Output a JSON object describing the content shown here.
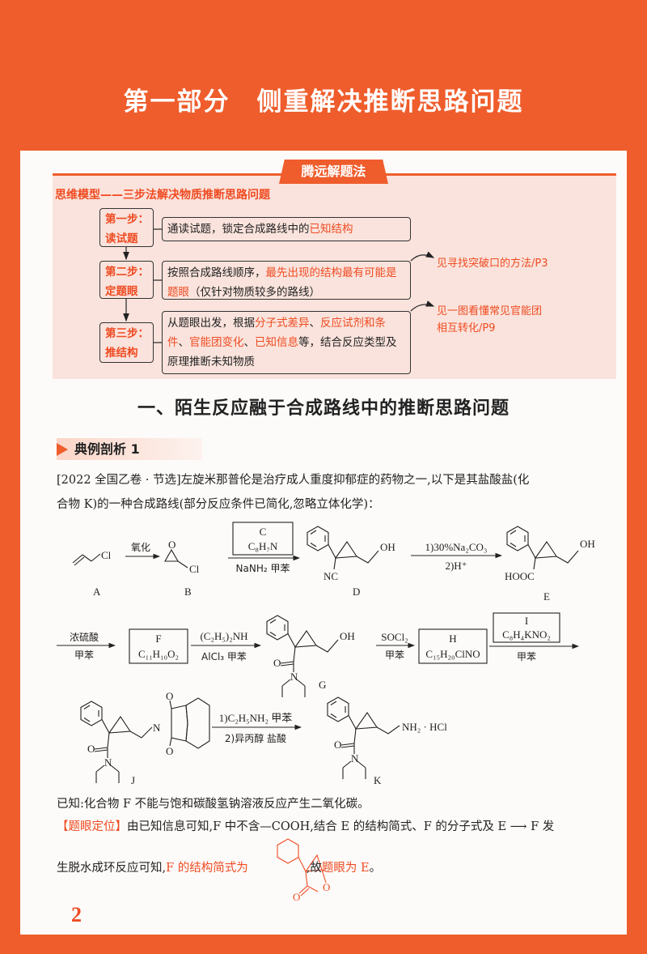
{
  "header": {
    "title": "第一部分　侧重解决推断思路问题"
  },
  "method": {
    "tag": "腾远解题法",
    "subtitle": "思维模型——三步法解决物质推断思路问题",
    "steps": [
      {
        "label1": "第一步：",
        "label2": "读试题",
        "text": "通读试题，锁定合成路线中的",
        "highlight": "已知结构"
      },
      {
        "label1": "第二步：",
        "label2": "定题眼",
        "text": "按照合成路线顺序，",
        "highlight": "最先出现的结构最有可能是题眼",
        "text2": "（仅针对物质较多的路线）"
      },
      {
        "label1": "第三步：",
        "label2": "推结构",
        "text": "从题眼出发，根据",
        "h1": "分子式差异",
        "sep1": "、",
        "h2": "反应试剂和条件",
        "sep2": "、",
        "h3": "官能团变化",
        "sep3": "、",
        "h4": "已知信息",
        "text2": "等，结合反应类型及原理推断未知物质"
      }
    ],
    "notes": [
      {
        "line1": "见寻找突破口的方法/P3"
      },
      {
        "line1": "见一图看懂常见官能团",
        "line2": "相互转化/P9"
      }
    ]
  },
  "section": {
    "title": "一、陌生反应融于合成路线中的推断思路问题",
    "example": "典例剖析 1"
  },
  "question": {
    "line1": "[2022 全国乙卷 · 节选]左旋米那普伦是治疗成人重度抑郁症的药物之一,以下是其盐酸盐(化",
    "line2": "合物 K)的一种合成路线(部分反应条件已简化,忽略立体化学)："
  },
  "scheme": {
    "A": "A",
    "B": "B",
    "C": "C",
    "C_formula": "C₈H₇N",
    "D": "D",
    "E": "E",
    "F": "F",
    "F_formula": "C₁₁H₁₀O₂",
    "G": "G",
    "H": "H",
    "H_formula": "C₁₅H₂₀ClNO",
    "I": "I",
    "I_formula": "C₈H₄KNO₂",
    "J": "J",
    "K": "K",
    "cl": "Cl",
    "o": "O",
    "oh": "OH",
    "nc": "NC",
    "hooc": "HOOC",
    "n": "N",
    "nh2hcl": "NH₂ · HCl",
    "r1": "氧化",
    "r2": "NaNH₂ 甲苯",
    "r3a": "1)30%Na₂CO₃",
    "r3b": "2)H⁺",
    "r4a": "浓硫酸",
    "r4b": "甲苯",
    "r5a": "(C₂H₅)₂NH",
    "r5b": "AlCl₃ 甲苯",
    "r6a": "SOCl₂",
    "r6b": "甲苯",
    "r7b": "甲苯",
    "r8a": "1)C₂H₅NH₂ 甲苯",
    "r8b": "2)异丙醇  盐酸"
  },
  "known": "已知:化合物 F 不能与饱和碳酸氢钠溶液反应产生二氧化碳。",
  "analysis": {
    "tag": "【题眼定位】",
    "line1": "由已知信息可知,F 中不含—COOH,结合 E 的结构简式、F 的分子式及 E ⟶ F 发",
    "line2a": "生脱水成环反应可知,",
    "line2b": "F 的结构简式为",
    "line2c": ",故",
    "line2d": "题眼为 E",
    "line2e": "。"
  },
  "page_number": "2",
  "colors": {
    "accent": "#ef5d2c",
    "highlight": "#ef4b22",
    "box_bg": "#fae3dc"
  }
}
